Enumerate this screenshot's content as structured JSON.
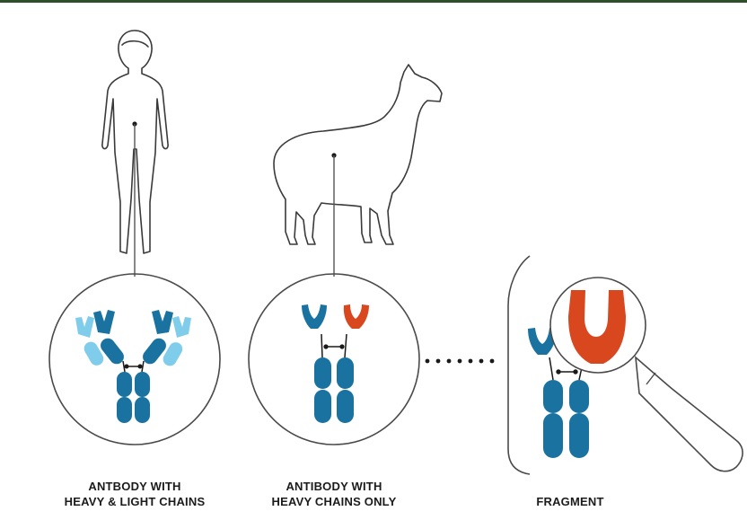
{
  "labels": {
    "human": {
      "line1": "ANTBODY WITH",
      "line2": "HEAVY & LIGHT CHAINS"
    },
    "alpaca": {
      "line1": "ANTIBODY WITH",
      "line2": "HEAVY CHAINS ONLY"
    },
    "fragment": "FRAGMENT"
  },
  "colors": {
    "heavy_chain": "#1a72a0",
    "light_chain": "#7fcdea",
    "highlight_chain": "#d9471f",
    "outline": "#3a3a3a",
    "top_bar": "#2f4f2a"
  },
  "icons": [
    "human-silhouette-icon",
    "alpaca-silhouette-icon",
    "magnifying-glass-icon"
  ]
}
